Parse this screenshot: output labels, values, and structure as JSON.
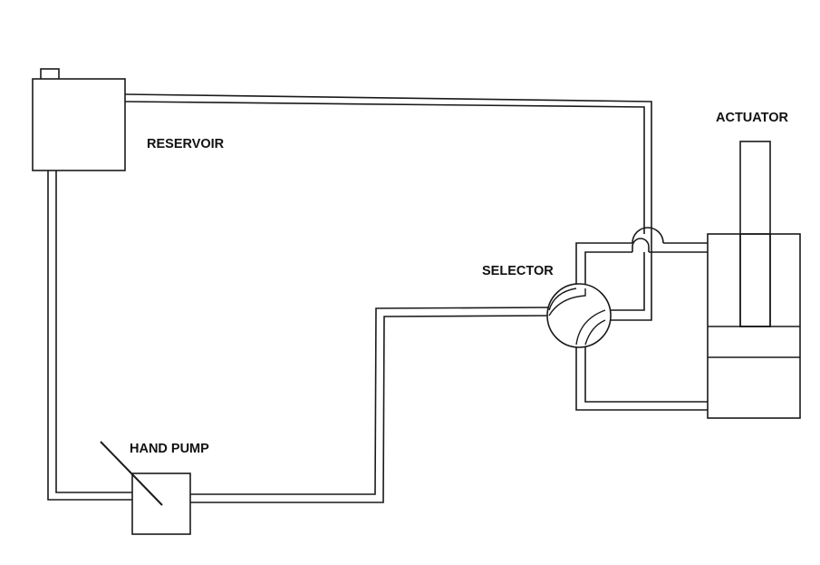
{
  "labels": {
    "reservoir": "RESERVOIR",
    "actuator": "ACTUATOR",
    "selector": "SELECTOR",
    "hand_pump": "HAND PUMP"
  }
}
